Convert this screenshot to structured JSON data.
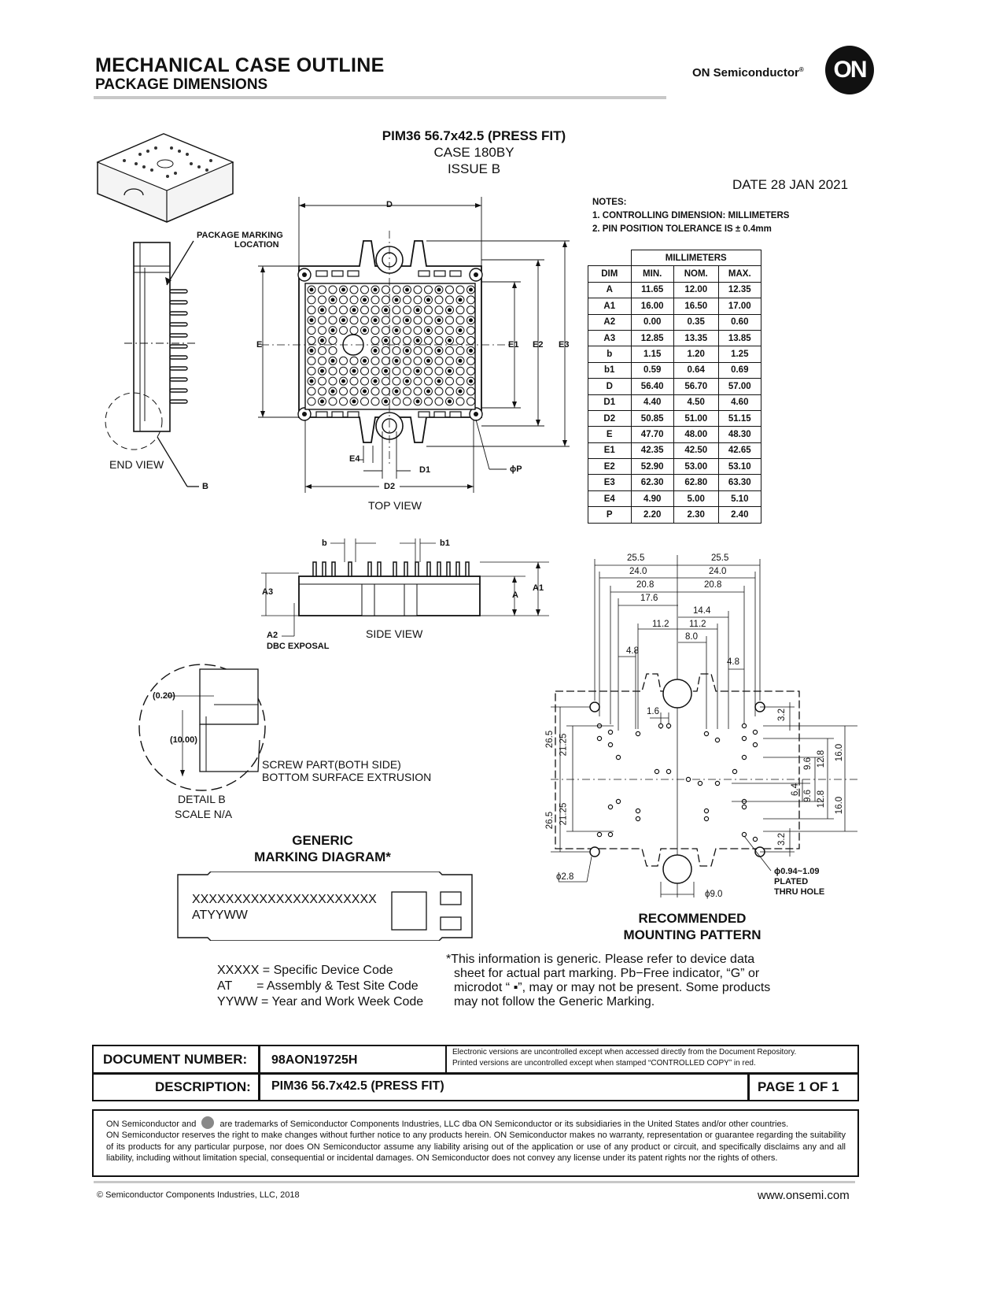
{
  "header": {
    "title": "MECHANICAL CASE OUTLINE",
    "subtitle": "PACKAGE DIMENSIONS",
    "brand": "ON Semiconductor",
    "brand_mark": "®",
    "logo_text": "ON"
  },
  "package": {
    "name": "PIM36 56.7x42.5 (PRESS FIT)",
    "case": "CASE 180BY",
    "issue": "ISSUE B",
    "date": "DATE 28 JAN 2021"
  },
  "notes": {
    "heading": "NOTES:",
    "items": [
      "1.  CONTROLLING DIMENSION: MILLIMETERS",
      "2.  PIN POSITION TOLERANCE IS ± 0.4mm"
    ]
  },
  "dim_table": {
    "group_header": "MILLIMETERS",
    "columns": [
      "DIM",
      "MIN.",
      "NOM.",
      "MAX."
    ],
    "rows": [
      [
        "A",
        "11.65",
        "12.00",
        "12.35"
      ],
      [
        "A1",
        "16.00",
        "16.50",
        "17.00"
      ],
      [
        "A2",
        "0.00",
        "0.35",
        "0.60"
      ],
      [
        "A3",
        "12.85",
        "13.35",
        "13.85"
      ],
      [
        "b",
        "1.15",
        "1.20",
        "1.25"
      ],
      [
        "b1",
        "0.59",
        "0.64",
        "0.69"
      ],
      [
        "D",
        "56.40",
        "56.70",
        "57.00"
      ],
      [
        "D1",
        "4.40",
        "4.50",
        "4.60"
      ],
      [
        "D2",
        "50.85",
        "51.00",
        "51.15"
      ],
      [
        "E",
        "47.70",
        "48.00",
        "48.30"
      ],
      [
        "E1",
        "42.35",
        "42.50",
        "42.65"
      ],
      [
        "E2",
        "52.90",
        "53.00",
        "53.10"
      ],
      [
        "E3",
        "62.30",
        "62.80",
        "63.30"
      ],
      [
        "E4",
        "4.90",
        "5.00",
        "5.10"
      ],
      [
        "P",
        "2.20",
        "2.30",
        "2.40"
      ]
    ]
  },
  "labels": {
    "package_marking": "PACKAGE MARKING",
    "location": "LOCATION",
    "end_view": "END VIEW",
    "b": "B",
    "top_view": "TOP VIEW",
    "side_view": "SIDE VIEW",
    "a2": "A2",
    "dbc": "DBC EXPOSAL",
    "d": "D",
    "e": "E",
    "e1": "E1",
    "e2": "E2",
    "e3": "E3",
    "e4": "E4",
    "d1": "D1",
    "d2": "D2",
    "p": "ϕP",
    "b_dim": "b",
    "b1_dim": "b1",
    "a3": "A3",
    "a": "A",
    "a1": "A1",
    "detail_020": "(0.20)",
    "detail_1000": "(10.00)",
    "screw_1": "SCREW PART(BOTH SIDE)",
    "screw_2": "BOTTOM SURFACE EXTRUSION",
    "detail_b": "DETAIL B",
    "scale": "SCALE N/A",
    "generic_1": "GENERIC",
    "generic_2": "MARKING DIAGRAM*",
    "mark_line1": "XXXXXXXXXXXXXXXXXXXXXX",
    "mark_line2": "ATYYWW",
    "legend_1": "XXXXX = Specific Device Code",
    "legend_2": "AT       = Assembly & Test Site Code",
    "legend_3": "YYWW = Year and Work Week Code",
    "footnote_1": "*This information is generic. Please refer to device data",
    "footnote_2": "sheet for actual part marking. Pb−Free indicator, “G” or",
    "footnote_3": "microdot “ ▪”, may or may not be present. Some products",
    "footnote_4": "may not follow the Generic Marking.",
    "rec_1": "RECOMMENDED",
    "rec_2": "MOUNTING PATTERN"
  },
  "mounting": {
    "top_dims": [
      "25.5",
      "25.5",
      "24.0",
      "24.0",
      "20.8",
      "20.8",
      "17.6",
      "14.4",
      "11.2",
      "11.2",
      "8.0",
      "4.8",
      "4.8",
      "1.6"
    ],
    "right_dims": [
      "3.2",
      "16.0",
      "12.8",
      "9.6",
      "6.4",
      "9.6",
      "12.8",
      "16.0",
      "3.2"
    ],
    "left_dims": [
      "26.5",
      "21.25",
      "26.5",
      "21.25"
    ],
    "bottom_dims": [
      "ϕ2.8",
      "ϕ9.0"
    ],
    "hole_note_1": "ϕ0.94~1.09",
    "hole_note_2": "PLATED",
    "hole_note_3": "THRU HOLE"
  },
  "document": {
    "number_label": "DOCUMENT NUMBER:",
    "number": "98AON19725H",
    "disclaimer_1": "Electronic versions are uncontrolled except when accessed directly from the Document Repository.",
    "disclaimer_2": "Printed  versions are uncontrolled  except when stamped  “CONTROLLED COPY” in red.",
    "description_label": "DESCRIPTION:",
    "description": "PIM36 56.7x42.5 (PRESS FIT)",
    "page": "PAGE 1 OF 1"
  },
  "legal": {
    "line1_a": "ON Semiconductor and",
    "line1_b": "are trademarks of Semiconductor Components Industries, LLC dba ON Semiconductor or its subsidiaries in the United States and/or other countries.",
    "body": "ON Semiconductor reserves the right to make changes without further notice to any products herein. ON Semiconductor makes no warranty, representation or guarantee regarding the suitability of its products for any particular purpose, nor does ON Semiconductor assume any liability arising out of the application or use of any product or circuit, and specifically disclaims any and all liability, including without limitation special, consequential or incidental damages. ON Semiconductor does not convey any license under its patent rights nor the rights of others."
  },
  "footer": {
    "copyright": "©  Semiconductor Components Industries, LLC, 2018",
    "url": "www.onsemi.com"
  }
}
